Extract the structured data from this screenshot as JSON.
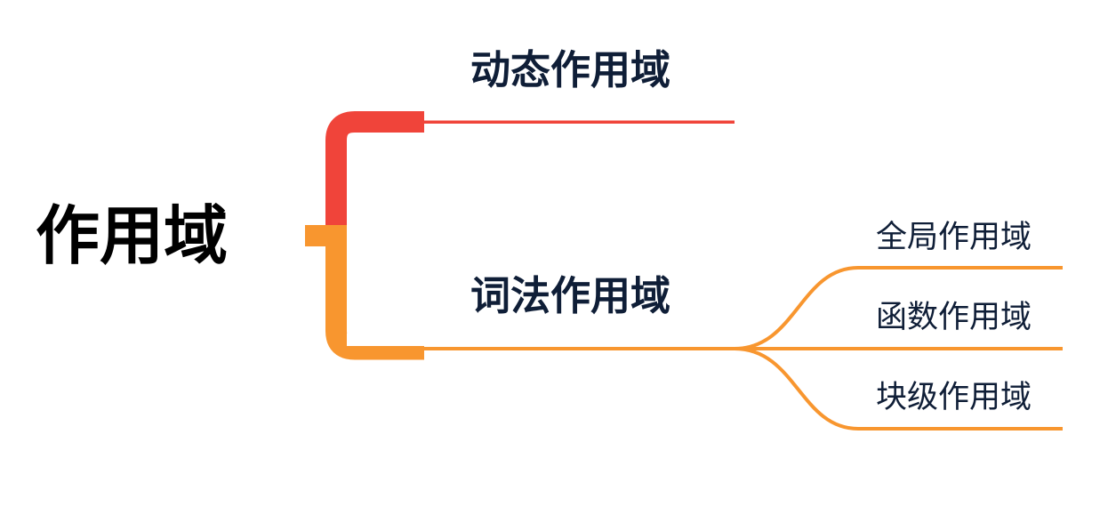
{
  "mindmap": {
    "root": {
      "label": "作用域"
    },
    "branches": [
      {
        "label": "动态作用域",
        "color": "#f0443a",
        "children": []
      },
      {
        "label": "词法作用域",
        "color": "#f8962f",
        "children": [
          {
            "label": "全局作用域"
          },
          {
            "label": "函数作用域"
          },
          {
            "label": "块级作用域"
          }
        ]
      }
    ]
  },
  "colors": {
    "root_text": "#000000",
    "node_text": "#0f1e37",
    "background": "#ffffff"
  }
}
